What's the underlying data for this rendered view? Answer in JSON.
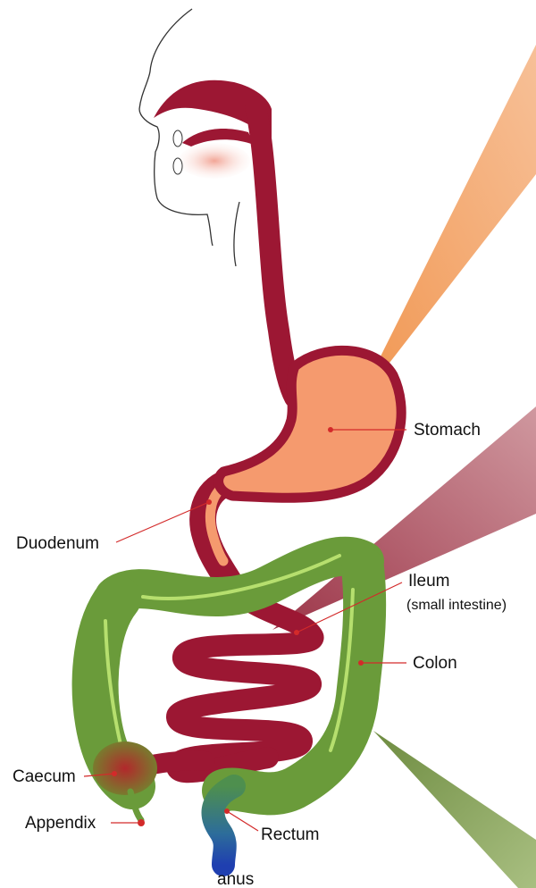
{
  "labels": {
    "stomach": "Stomach",
    "duodenum": "Duodenum",
    "ileum": "Ileum",
    "ileum_note": "(small intestine)",
    "colon": "Colon",
    "caecum": "Caecum",
    "appendix": "Appendix",
    "rectum": "Rectum",
    "anus": "anus"
  },
  "colors": {
    "tract": "#9c1733",
    "stomach_fill": "#f59a6e",
    "colon_fill": "#6a9b3a",
    "colon_highlight": "#b6df6e",
    "leader": "#d32a2a",
    "rectum_gradient_end": "#1f4fb0",
    "beam_orange": "#f3a46a",
    "beam_maroon": "#b5505f",
    "beam_green": "#6b8d38"
  }
}
